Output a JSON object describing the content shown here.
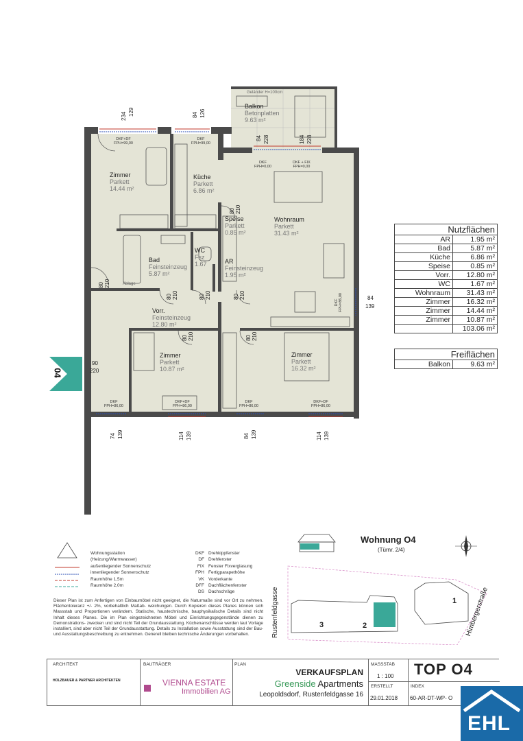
{
  "plan": {
    "rooms": [
      {
        "id": "zimmer-a",
        "name": "Zimmer",
        "floor": "Parkett",
        "area": "14.44  m²"
      },
      {
        "id": "kueche",
        "name": "Küche",
        "floor": "Parkett",
        "area": "6.86  m²"
      },
      {
        "id": "speise",
        "name": "Speise",
        "floor": "Parkett",
        "area": "0.85  m²"
      },
      {
        "id": "wohnraum",
        "name": "Wohnraum",
        "floor": "Parkett",
        "area": "31.43  m²"
      },
      {
        "id": "bad",
        "name": "Bad",
        "floor": "Feinsteinzeug",
        "area": "5.87  m²"
      },
      {
        "id": "wc",
        "name": "WC",
        "floor": "Fsz",
        "area": "1.67"
      },
      {
        "id": "ar",
        "name": "AR",
        "floor": "Feinsteinzeug",
        "area": "1.95  m²"
      },
      {
        "id": "vorr",
        "name": "Vorr.",
        "floor": "Feinsteinzeug",
        "area": "12.80  m²"
      },
      {
        "id": "zimmer-b",
        "name": "Zimmer",
        "floor": "Parkett",
        "area": "10.87  m²"
      },
      {
        "id": "zimmer-c",
        "name": "Zimmer",
        "floor": "Parkett",
        "area": "16.32  m²"
      },
      {
        "id": "balkon",
        "name": "Balkon",
        "floor": "Betonplatten",
        "area": "9.63  m²"
      }
    ],
    "gelaender": "Geländer H=100cm",
    "abl": "Ablage",
    "top_marker": "04",
    "window_labels": {
      "w1": "DKF+DF\nFPH=99,00",
      "w2": "DKF\nFPH=99,00",
      "w3": "DKF\nFPH=0,00",
      "w4": "DKF + FIX\nFPH=0,00",
      "w5": "DKF\nFPH=86,00",
      "w6": "DKF+DF\nFPH=86,00",
      "w7": "DKF\nFPH=86,00",
      "w8": "DKF+DF\nFPH=86,00",
      "w9": "DKF\nFPH=86,00"
    },
    "dims": {
      "d1a": "234",
      "d1b": "129",
      "d2a": "84",
      "d2b": "126",
      "d3a": "84",
      "d3b": "228",
      "d4a": "184",
      "d4b": "228",
      "d5a": "80",
      "d5b": "210",
      "d6a": "80",
      "d6b": "210",
      "d7a": "80",
      "d7b": "210",
      "d8a": "80",
      "d8b": "210",
      "d9a": "80",
      "d9b": "210",
      "d10a": "80",
      "d10b": "210",
      "d11a": "80",
      "d11b": "210",
      "d12a": "90",
      "d12b": "220",
      "d13a": "84",
      "d13b": "139",
      "d14a": "74",
      "d14b": "139",
      "d15a": "114",
      "d15b": "139",
      "d16a": "84",
      "d16b": "139",
      "d17a": "114",
      "d17b": "139"
    }
  },
  "nutzflaechen": {
    "title": "Nutzflächen",
    "rows": [
      {
        "name": "AR",
        "value": "1.95 m²"
      },
      {
        "name": "Bad",
        "value": "5.87 m²"
      },
      {
        "name": "Küche",
        "value": "6.86 m²"
      },
      {
        "name": "Speise",
        "value": "0.85 m²"
      },
      {
        "name": "Vorr.",
        "value": "12.80 m²"
      },
      {
        "name": "WC",
        "value": "1.67 m²"
      },
      {
        "name": "Wohnraum",
        "value": "31.43 m²"
      },
      {
        "name": "Zimmer",
        "value": "16.32 m²"
      },
      {
        "name": "Zimmer",
        "value": "14.44 m²"
      },
      {
        "name": "Zimmer",
        "value": "10.87 m²"
      }
    ],
    "total": "103.06 m²"
  },
  "freiflaechen": {
    "title": "Freiflächen",
    "rows": [
      {
        "name": "Balkon",
        "value": "9.63 m²"
      }
    ]
  },
  "wohnung": {
    "title": "Wohnung O4",
    "sub": "(Türnr. 2/4)"
  },
  "legend": {
    "left": [
      "Wohnungsstation",
      "(Heizung/Warmwasser)",
      "außenliegender Sonnenschutz",
      "innenliegender Sonnenschutz",
      "Raumhöhe 1,5m",
      "Raumhöhe 2,0m"
    ],
    "abbr": [
      "DKF",
      "DF",
      "FIX",
      "FPH",
      "VK",
      "DFF",
      "DS"
    ],
    "abbr_desc": [
      "Drehkippfenster",
      "Drehfenster",
      "Fenster Fixverglasung",
      "Fertigparapethöhe",
      "Vorderkante",
      "Dachflächenfenster",
      "Dachschräge"
    ]
  },
  "disclaimer": "Dieser Plan ist zum Anfertigen von Einbaumöbel nicht geeignet, die Naturmaße sind vor Ort zu nehmen. Flächentoleranz +/- 2%, vorbehaltlich Maßab- weichungen. Durch Kopieren dieses Planes können sich Massstab und Proportionen verändern. Statische, haustechnische, bauphysikalische Details sind nicht Inhalt dieses Planes. Die im Plan eingezeichneten Möbel und Einrichtungsgegenstände dienen zu Demonstrations- zwecken und sind nicht Teil der Grundausstattung. Küchenanschlüsse werden laut Vorlage installiert, sind aber nicht Teil der Grundausstattung. Details zu Installation sowie Ausstattung sind der Bau- und Ausstattungsbeschreibung zu entnehmen. Generell bleiben technische Änderungen vorbehalten.",
  "siteplan": {
    "street1": "Rustenfeldgasse",
    "street2": "Himbergerstraße",
    "b1": "1",
    "b2": "2",
    "b3": "3"
  },
  "titleblock": {
    "architekt_cap": "ARCHITEKT",
    "architekt_name": "HOLZBAUER & PARTNER ARCHITEKTEN",
    "bautraeger_cap": "BAUTRÄGER",
    "bautraeger_1": "VIENNA ESTATE",
    "bautraeger_2": "Immobilien AG",
    "plan_cap": "PLAN",
    "plan_title": "VERKAUFSPLAN",
    "plan_project_1": "Greenside",
    "plan_project_2": " Apartments",
    "plan_address": "Leopoldsdorf, Rustenfeldgasse 16",
    "massstab_cap": "MASSSTAB",
    "massstab": "1 : 100",
    "top": "TOP  O4",
    "erstellt_cap": "ERSTELLT",
    "erstellt": "29.01.2018",
    "index_cap": "INDEX",
    "index": "60-AR-DT-WP- O"
  },
  "logo": "EHL",
  "colors": {
    "room": "#e4e4d6",
    "wall": "#4a4a4a",
    "green": "#3aa898",
    "ehl": "#1a6aa8"
  }
}
